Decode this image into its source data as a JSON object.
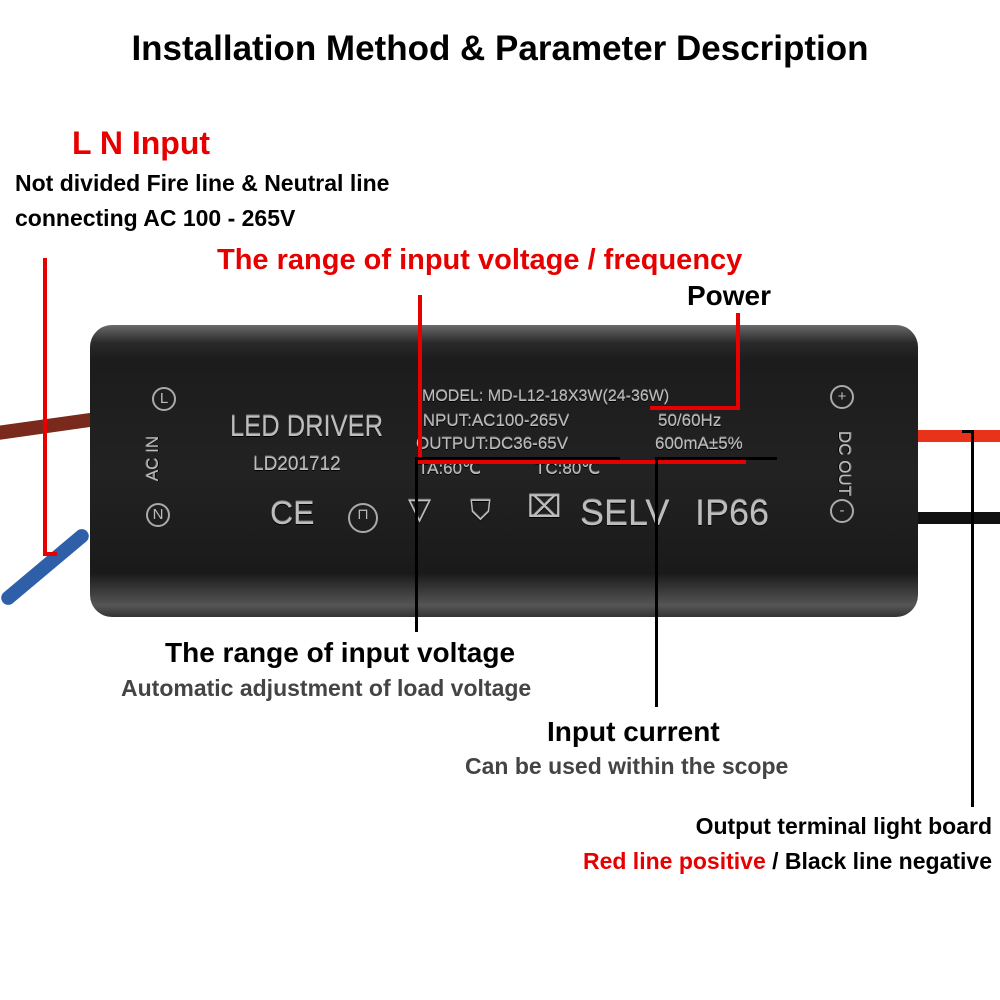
{
  "title": "Installation Method & Parameter Description",
  "ln_input": {
    "heading": "L N Input",
    "line1": "Not divided Fire line & Neutral line",
    "line2": "connecting AC 100 - 265V"
  },
  "input_range_freq": "The range of input voltage / frequency",
  "power": "Power",
  "input_voltage": {
    "heading": "The range of input voltage",
    "sub": "Automatic adjustment of load voltage"
  },
  "input_current": {
    "heading": "Input current",
    "sub": "Can be used within the scope"
  },
  "output": {
    "heading": "Output terminal light board",
    "positive": "Red line positive",
    "sep": " / ",
    "negative": "Black line negative"
  },
  "device": {
    "name": "LED DRIVER",
    "code": "LD201712",
    "ac_in": "AC IN",
    "l": "L",
    "n": "N",
    "dc_out": "DC OUT",
    "plus": "+",
    "minus": "-",
    "model": "MODEL: MD-L12-18X3W(24-36W)",
    "input": "INPUT:AC100-265V",
    "freq": "50/60Hz",
    "output": "OUTPUT:DC36-65V",
    "current": "600mA±5%",
    "ta": "TA:60℃",
    "tc": "TC:80℃",
    "ce": "CE",
    "selv": "SELV",
    "ip": "IP66"
  },
  "colors": {
    "annotation_red": "#e60000",
    "annotation_black": "#000000",
    "body": "#1e1e1e"
  }
}
